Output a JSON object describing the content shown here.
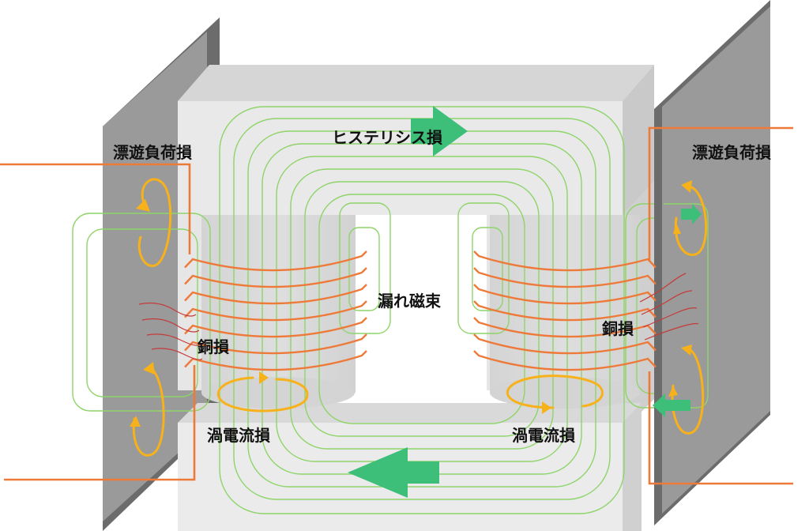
{
  "labels": {
    "hysteresis_loss": "ヒステリシス損",
    "stray_load_loss_left": "漂遊負荷損",
    "stray_load_loss_right": "漂遊負荷損",
    "leakage_flux": "漏れ磁束",
    "copper_loss_left": "銅損",
    "copper_loss_right": "銅損",
    "eddy_current_loss_left": "渦電流損",
    "eddy_current_loss_right": "渦電流損"
  },
  "colors": {
    "core_front": "#e9e9e9",
    "core_top": "#d6d6d6",
    "core_side": "#cfcfcf",
    "plate_front": "#9a9a9a",
    "plate_edge": "#6c6c6c",
    "flux_line": "#8ed46a",
    "winding": "#ee7a3a",
    "eddy_arrow": "#f7b11b",
    "flow_arrow": "#3dbf7a",
    "leakage_red": "#c43b3b"
  }
}
